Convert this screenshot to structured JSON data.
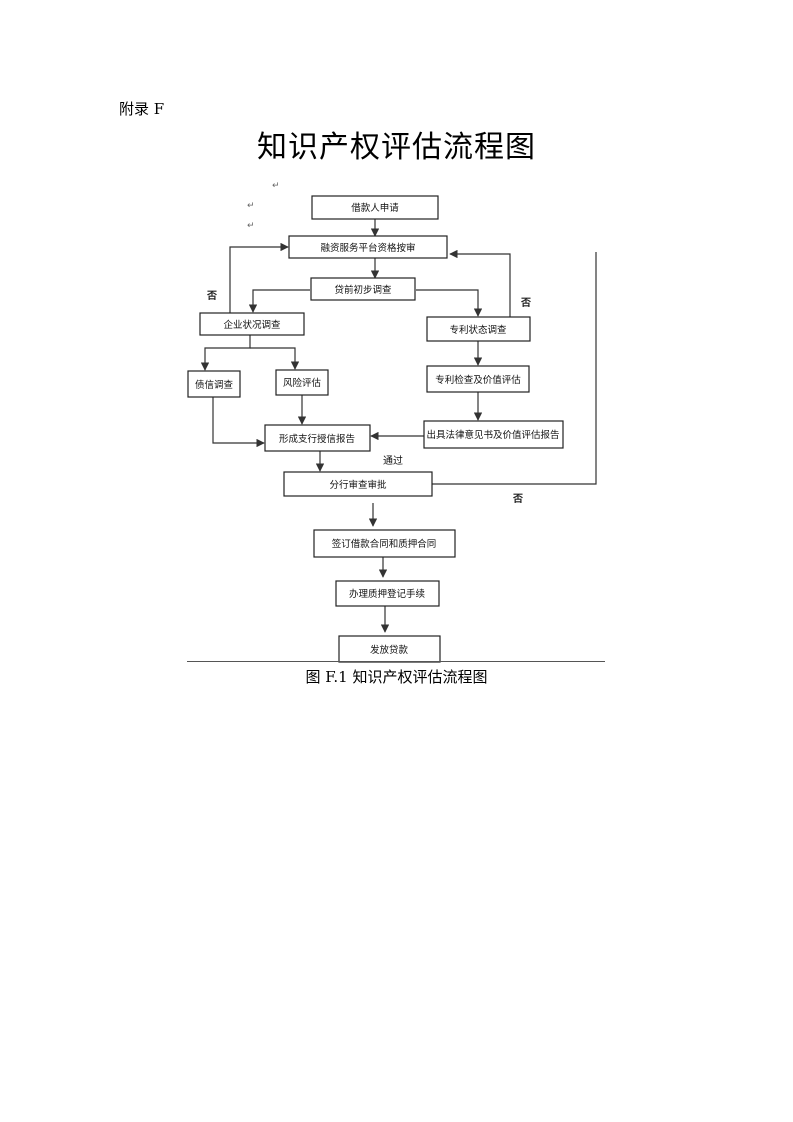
{
  "header": {
    "appendix_label": "附录 F"
  },
  "title": "知识产权评估流程图",
  "caption": "图 F.1  知识产权评估流程图",
  "flowchart": {
    "nodes": {
      "apply": "借款人申请",
      "qualify": "融资服务平台资格按审",
      "prelim": "贷前初步调查",
      "enterprise": "企业状况调查",
      "patent_status": "专利状态调查",
      "debt": "债信调查",
      "risk": "风险评估",
      "patent_eval": "专利检查及价值评估",
      "report": "形成支行授信报告",
      "legal": "出具法律意见书及价值评估报告",
      "branch": "分行审查审批",
      "contract": "签订借款合同和质押合同",
      "pledge": "办理质押登记手续",
      "loan": "发放贷款"
    },
    "edge_labels": {
      "pass": "通过",
      "no_left": "否",
      "no_right": "否",
      "no_bottom": "否"
    },
    "para_mark": "↵"
  }
}
